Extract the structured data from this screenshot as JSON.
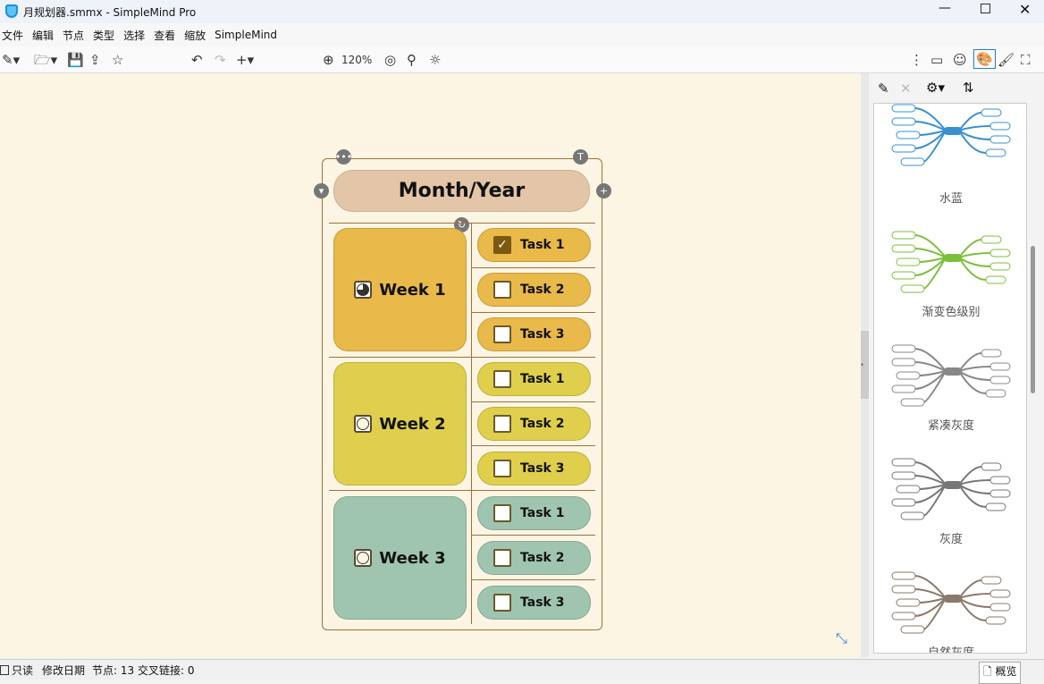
{
  "window": {
    "title": "月规划器.smmx - SimpleMind Pro",
    "controls": [
      "minimize",
      "maximize",
      "close"
    ]
  },
  "menu": [
    "文件",
    "编辑",
    "节点",
    "类型",
    "选择",
    "查看",
    "缩放",
    "SimpleMind"
  ],
  "toolbar": {
    "zoom": "120%"
  },
  "map": {
    "title": "Month/Year",
    "weeks": [
      {
        "label": "Week 1",
        "color": "#e9b949",
        "progress": "partial",
        "tasks": [
          {
            "label": "Task 1",
            "checked": true
          },
          {
            "label": "Task 2",
            "checked": false
          },
          {
            "label": "Task 3",
            "checked": false
          }
        ]
      },
      {
        "label": "Week 2",
        "color": "#dfcf4c",
        "progress": "none",
        "tasks": [
          {
            "label": "Task 1",
            "checked": false
          },
          {
            "label": "Task 2",
            "checked": false
          },
          {
            "label": "Task 3",
            "checked": false
          }
        ]
      },
      {
        "label": "Week 3",
        "color": "#9fc5b0",
        "progress": "none",
        "tasks": [
          {
            "label": "Task 1",
            "checked": false
          },
          {
            "label": "Task 2",
            "checked": false
          },
          {
            "label": "Task 3",
            "checked": false
          }
        ]
      }
    ],
    "header_color": "#e3c5a8"
  },
  "styles": [
    {
      "name": "水蓝",
      "color": "#3a8fd0"
    },
    {
      "name": "渐变色级别",
      "color": "#7cbf3c"
    },
    {
      "name": "紧凑灰度",
      "color": "#888888"
    },
    {
      "name": "灰度",
      "color": "#777777"
    },
    {
      "name": "自然灰度",
      "color": "#8a7a6a"
    }
  ],
  "status": {
    "readonly": "只读",
    "modified": "修改日期",
    "nodes": "节点: 13 交叉链接: 0",
    "overview": "概览"
  }
}
